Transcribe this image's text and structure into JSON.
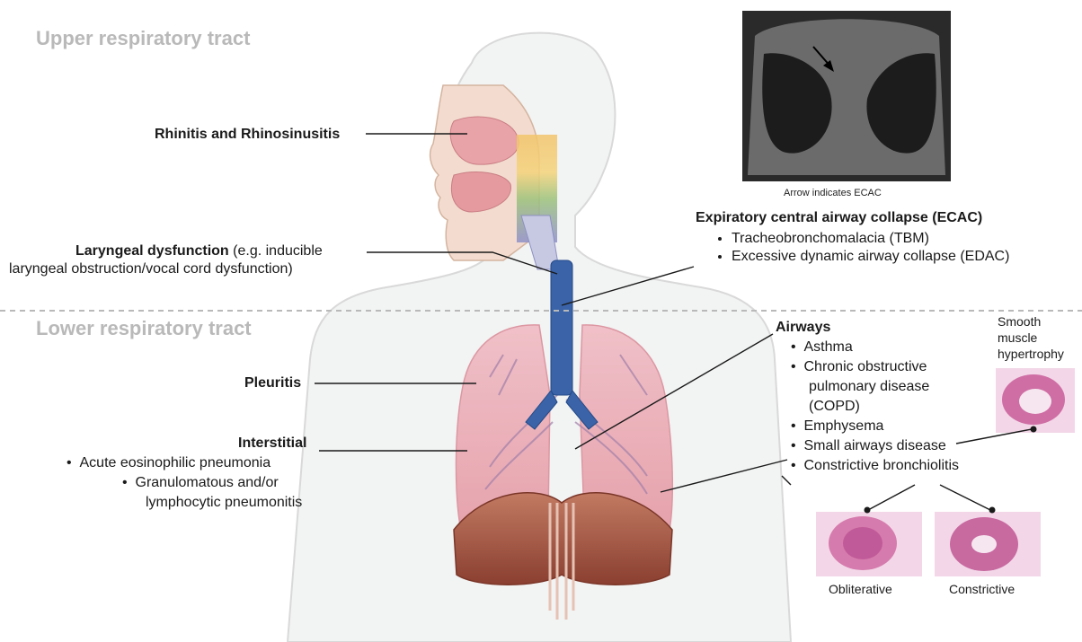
{
  "regions": {
    "upper": "Upper respiratory tract",
    "lower": "Lower respiratory tract"
  },
  "ct": {
    "caption": "Arrow indicates ECAC"
  },
  "rhinitis": {
    "label": "Rhinitis and Rhinosinusitis"
  },
  "laryngeal": {
    "title": "Laryngeal dysfunction",
    "suffix": " (e.g. inducible",
    "line2": "laryngeal obstruction/vocal cord dysfunction)"
  },
  "ecac": {
    "title": "Expiratory central airway collapse (ECAC)",
    "items": [
      "Tracheobronchomalacia (TBM)",
      "Excessive dynamic airway collapse (EDAC)"
    ]
  },
  "pleuritis": {
    "label": "Pleuritis"
  },
  "interstitial": {
    "title": "Interstitial",
    "item1": "Acute eosinophilic pneumonia",
    "item2a": "Granulomatous and/or",
    "item2b": "lymphocytic pneumonitis"
  },
  "airways": {
    "title": "Airways",
    "items": [
      "Asthma",
      "Chronic obstructive",
      "pulmonary disease",
      "(COPD)",
      "Emphysema",
      "Small airways disease",
      "Constrictive bronchiolitis"
    ]
  },
  "histology": {
    "smooth_muscle": [
      "Smooth",
      "muscle",
      "hypertrophy"
    ],
    "obliterative": "Obliterative",
    "constrictive": "Constrictive"
  },
  "colors": {
    "region_text": "#b9b9b9",
    "body_outline": "#d9d9d9",
    "trachea": "#3a63a8",
    "lung": "#e9a9b3",
    "diaphragm": "#a85a48",
    "histology": "#d46fa6"
  }
}
